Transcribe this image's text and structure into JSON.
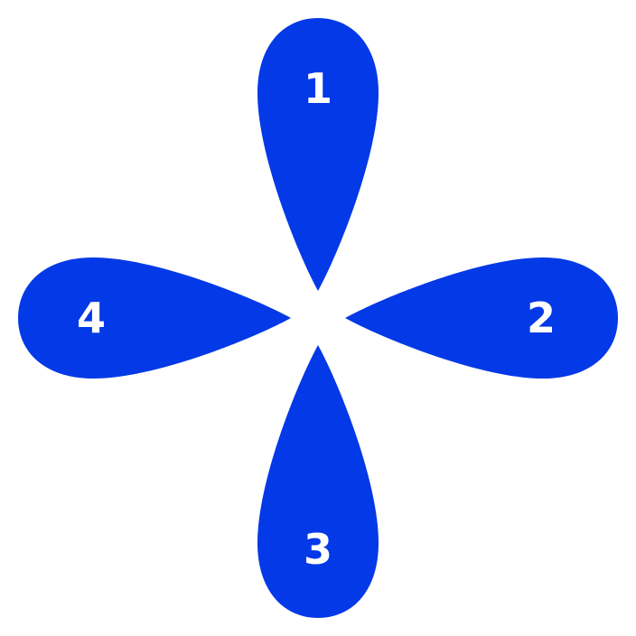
{
  "colors": {
    "petal": "#0339e6",
    "label": "#ffffff",
    "background": "#ffffff"
  },
  "petals": [
    {
      "label": "1"
    },
    {
      "label": "2"
    },
    {
      "label": "3"
    },
    {
      "label": "4"
    }
  ]
}
